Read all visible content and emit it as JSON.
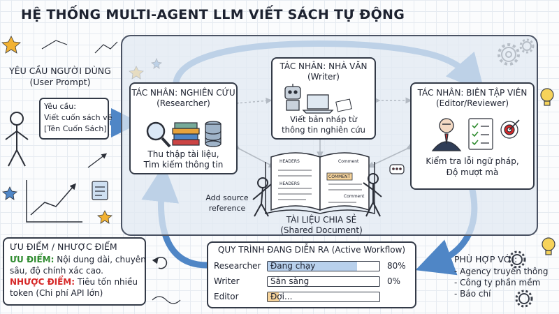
{
  "title": "HỆ THỐNG MULTI-AGENT LLM VIẾT SÁCH TỰ ĐỘNG",
  "user": {
    "heading": "YÊU CẦU NGƯỜI DÙNG",
    "heading_en": "(User Prompt)",
    "bubble": [
      "Yêu cầu:",
      "Viết cuốn sách về",
      "[Tên Cuốn Sách]"
    ]
  },
  "researcher": {
    "title": "TÁC NHÂN: NGHIÊN CỨU",
    "subtitle": "(Researcher)",
    "desc": [
      "Thu thập tài liệu,",
      "Tìm kiếm thông tin"
    ]
  },
  "writer": {
    "title": "TÁC NHÂN: NHÀ VĂN",
    "subtitle": "(Writer)",
    "desc": [
      "Viết bản nháp từ",
      "thông tin nghiên cứu"
    ]
  },
  "editor": {
    "title": "TÁC NHÂN: BIÊN TẬP VIÊN",
    "subtitle": "(Editor/Reviewer)",
    "desc": [
      "Kiểm tra lỗi ngữ pháp,",
      "Độ mượt mà"
    ]
  },
  "shared": {
    "title": "TÀI LIỆU CHIA SẺ",
    "subtitle": "(Shared Document)",
    "annotation": [
      "Add source",
      "reference"
    ],
    "page_labels": [
      "HEADERS",
      "Comment",
      "HEADERS",
      "COMMENT",
      "Comment"
    ]
  },
  "pros_cons": {
    "heading": "ƯU ĐIỂM / NHƯỢC ĐIỂM",
    "pros_label": "ƯU ĐIỂM:",
    "pros_text": [
      "Nội dung dài, chuyên",
      "sâu, độ chính xác cao."
    ],
    "cons_label": "NHƯỢC ĐIỂM:",
    "cons_text": [
      "Tiêu tốn nhiều",
      "token (Chi phí API lớn)"
    ]
  },
  "workflow": {
    "heading": "QUY TRÌNH ĐANG DIỄN RA (Active Workflow)",
    "rows": [
      {
        "agent": "Researcher",
        "status": "Đang chạy",
        "percent": "80%",
        "progress": 0.8
      },
      {
        "agent": "Writer",
        "status": "Sẵn sàng",
        "percent": "0%",
        "progress": 0
      },
      {
        "agent": "Editor",
        "status": "Đợi...",
        "percent": "",
        "progress": 0.1
      }
    ]
  },
  "fit": {
    "heading": "PHÙ HỢP VỚI:",
    "items": [
      "- Agency truyền thông",
      "- Công ty phần mềm",
      "- Báo chí"
    ]
  },
  "colors": {
    "accent_blue": "#4f86c6",
    "pros_green": "#2e8b2e",
    "cons_red": "#d62828",
    "panel": "#e2e9f2"
  }
}
